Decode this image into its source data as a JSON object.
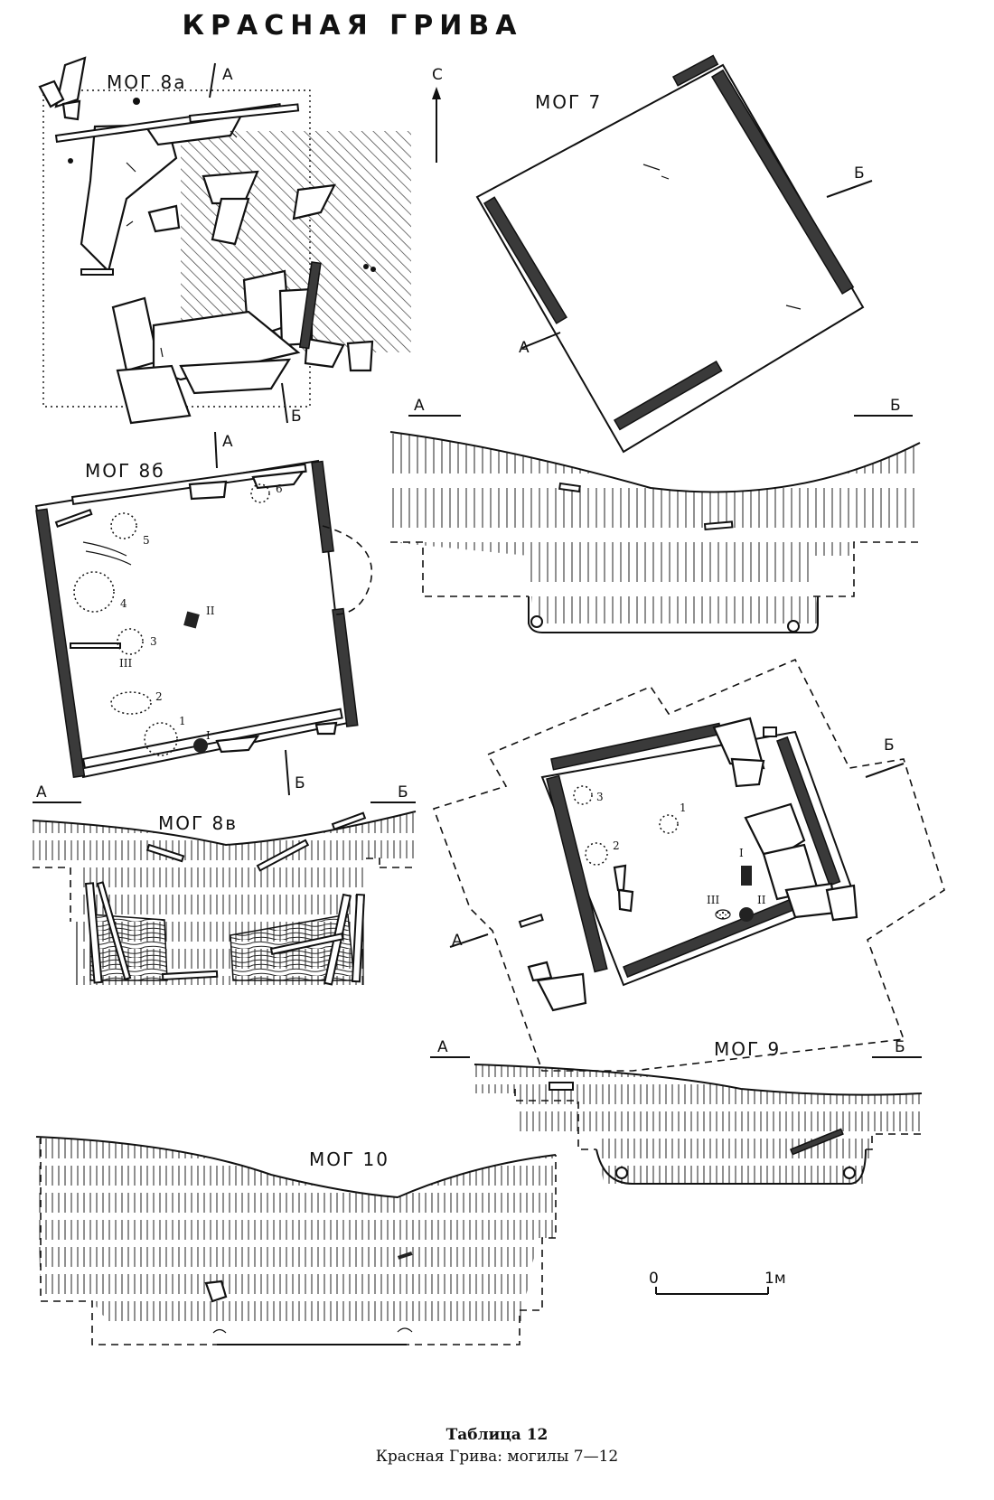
{
  "header": {
    "title": "КРАСНАЯ ГРИВА"
  },
  "north_arrow": {
    "label": "С"
  },
  "graves": {
    "mog8a": "МОГ 8а",
    "mog7": "МОГ 7",
    "mog8b": "МОГ 8б",
    "mog8v": "МОГ 8в",
    "mog9": "МОГ 9",
    "mog10": "МОГ 10"
  },
  "section_marks": {
    "a": "А",
    "b": "Б"
  },
  "mog8b_finds": {
    "pits": [
      "1",
      "2",
      "3",
      "4",
      "5",
      "6"
    ],
    "objects": [
      "I",
      "II",
      "III"
    ]
  },
  "mog9_finds": {
    "pits": [
      "1",
      "2",
      "3"
    ],
    "objects": [
      "I",
      "II",
      "III"
    ]
  },
  "scale_bar": {
    "start": "0",
    "end": "1м"
  },
  "caption": {
    "title": "Таблица 12",
    "subtitle": "Красная Грива: могилы 7—12"
  }
}
